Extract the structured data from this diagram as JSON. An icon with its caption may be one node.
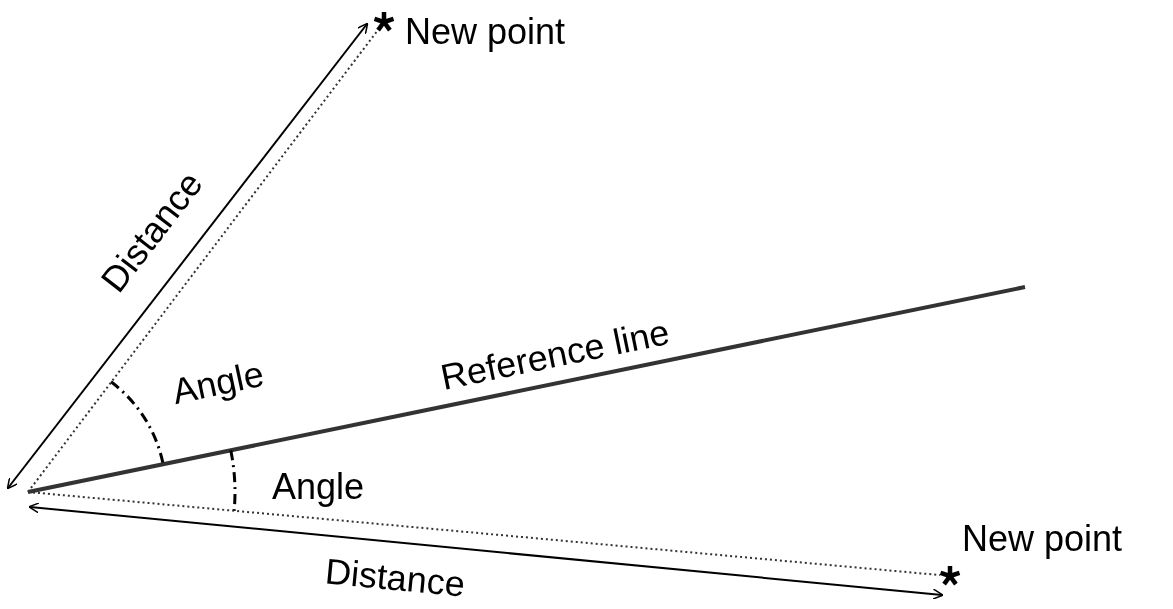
{
  "diagram": {
    "nodes": [
      {
        "text": [],
        "shape": "star",
        "beside": [
          "New point"
        ]
      },
      {
        "text": [],
        "shape": "star",
        "beside": [
          "New point"
        ]
      }
    ],
    "edges": [
      {
        "from": null,
        "to": 0,
        "arrow": "none",
        "style": "dashed"
      },
      {
        "from": null,
        "to": 1,
        "arrow": "none",
        "style": "dashed"
      }
    ],
    "labels": [
      "Distance",
      "Reference line",
      "Angle",
      "Angle",
      "Distance"
    ]
  }
}
